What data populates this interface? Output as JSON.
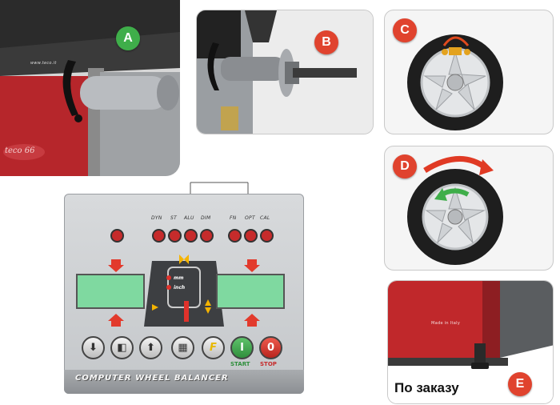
{
  "badges": {
    "a": "A",
    "b": "B",
    "c": "C",
    "d": "D",
    "e": "E"
  },
  "photo_a": {
    "url_text": "www.teco.it",
    "logo_text": "teco 66"
  },
  "photo_e": {
    "made_in": "Made in Italy",
    "order_note": "По заказу"
  },
  "control_panel": {
    "mode_labels": [
      "DYN",
      "ST",
      "ALU",
      "DIM",
      "FN",
      "OPT",
      "CAL"
    ],
    "units": {
      "mm": "mm",
      "inch": "inch"
    },
    "buttons": {
      "f_label": "F",
      "start_symbol": "I",
      "stop_symbol": "0",
      "start_caption": "START",
      "stop_caption": "STOP"
    },
    "brand": "COMPUTER WHEEL BALANCER"
  },
  "colors": {
    "badge_green": "#3fae4a",
    "badge_red": "#e0432e",
    "machine_red": "#c0282b",
    "lcd_green": "#7fd9a0"
  }
}
